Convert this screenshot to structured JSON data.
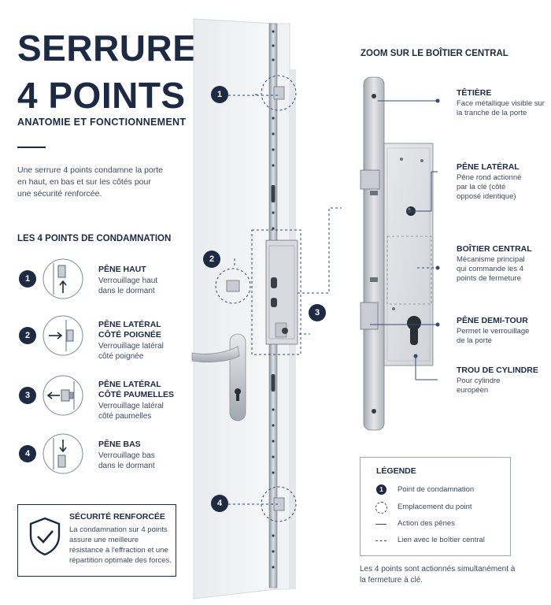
{
  "header": {
    "title_line1": "SERRURE",
    "title_line2": "4 POINTS",
    "subtitle": "ANATOMIE ET FONCTIONNEMENT",
    "intro": "Une serrure 4 points condamne la porte en haut, en bas et sur les côtés pour une sécurité renforcée."
  },
  "points_section": {
    "heading": "LES 4 POINTS DE CONDAMNATION",
    "items": [
      {
        "num": "1",
        "title": "PÊNE HAUT",
        "desc": "Verrouillage haut dans le dormant"
      },
      {
        "num": "2",
        "title": "PÊNE LATÉRAL CÔTÉ POIGNÉE",
        "desc": "Verrouillage latéral côté poignée"
      },
      {
        "num": "3",
        "title": "PÊNE LATÉRAL CÔTÉ PAUMELLES",
        "desc": "Verrouillage latéral côté paumelles"
      },
      {
        "num": "4",
        "title": "PÊNE BAS",
        "desc": "Verrouillage bas dans le dormant"
      }
    ]
  },
  "security_box": {
    "title": "SÉCURITÉ RENFORCÉE",
    "text": "La condamnation sur 4 points assure une meilleure résistance à l'effraction et une répartition optimale des forces."
  },
  "door_callouts": [
    "1",
    "2",
    "3",
    "4"
  ],
  "zoom": {
    "heading": "ZOOM SUR LE BOÎTIER CENTRAL",
    "labels": [
      {
        "title": "TÊTIÈRE",
        "desc": "Face métallique visible sur la tranche de la porte"
      },
      {
        "title": "PÊNE LATÉRAL",
        "desc": "Pêne rond actionné par la clé (côté opposé identique)"
      },
      {
        "title": "BOÎTIER CENTRAL",
        "desc": "Mécanisme principal qui commande les 4 points de fermeture"
      },
      {
        "title": "PÊNE DEMI-TOUR",
        "desc": "Permet le verrouillage de la porte"
      },
      {
        "title": "TROU DE CYLINDRE",
        "desc": "Pour cylindre européen"
      }
    ]
  },
  "legend": {
    "title": "LÉGENDE",
    "items": [
      {
        "label": "Point de condamnation",
        "symbol": "1"
      },
      {
        "label": "Emplacement du point"
      },
      {
        "label": "Action des pênes"
      },
      {
        "label": "Lien avec le boîtier central"
      }
    ]
  },
  "footnote": "Les 4 points sont actionnés simultanément à la fermeture à clé.",
  "colors": {
    "navy": "#1c2a44",
    "text": "#3b4a63",
    "accent": "#2f4a7a",
    "steel": "#b9bec6"
  }
}
